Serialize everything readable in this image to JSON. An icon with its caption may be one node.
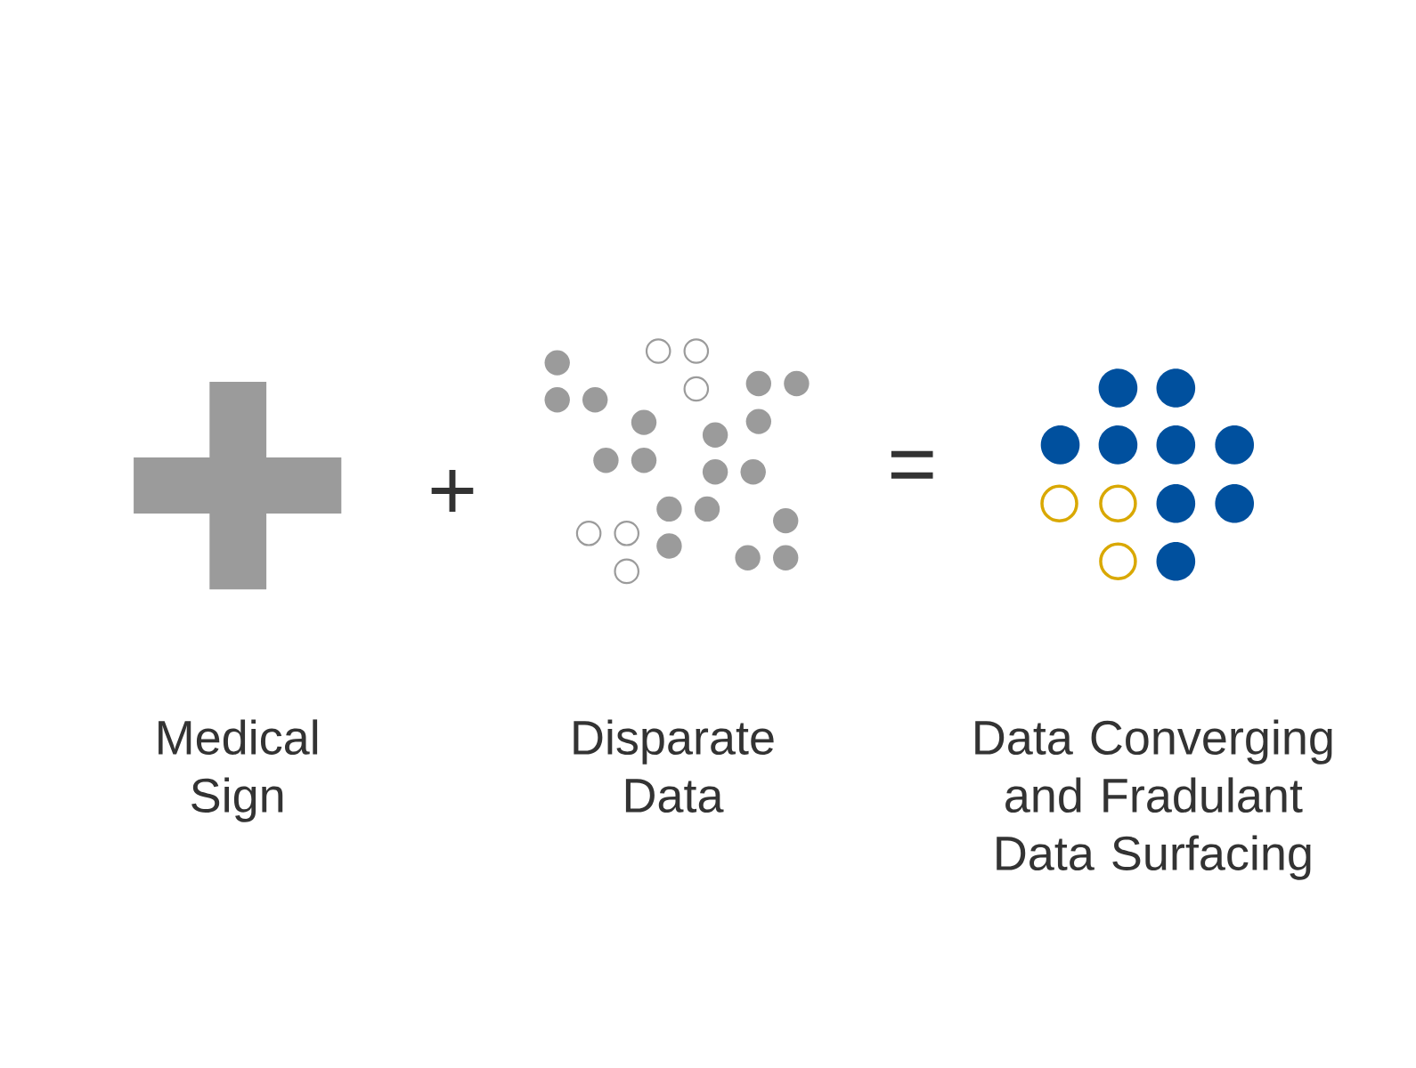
{
  "diagram": {
    "labels": [
      "+",
      "=",
      "Medical Sign",
      "Disparate Data",
      "Data Converging and Fradulant Data Surfacing"
    ]
  }
}
